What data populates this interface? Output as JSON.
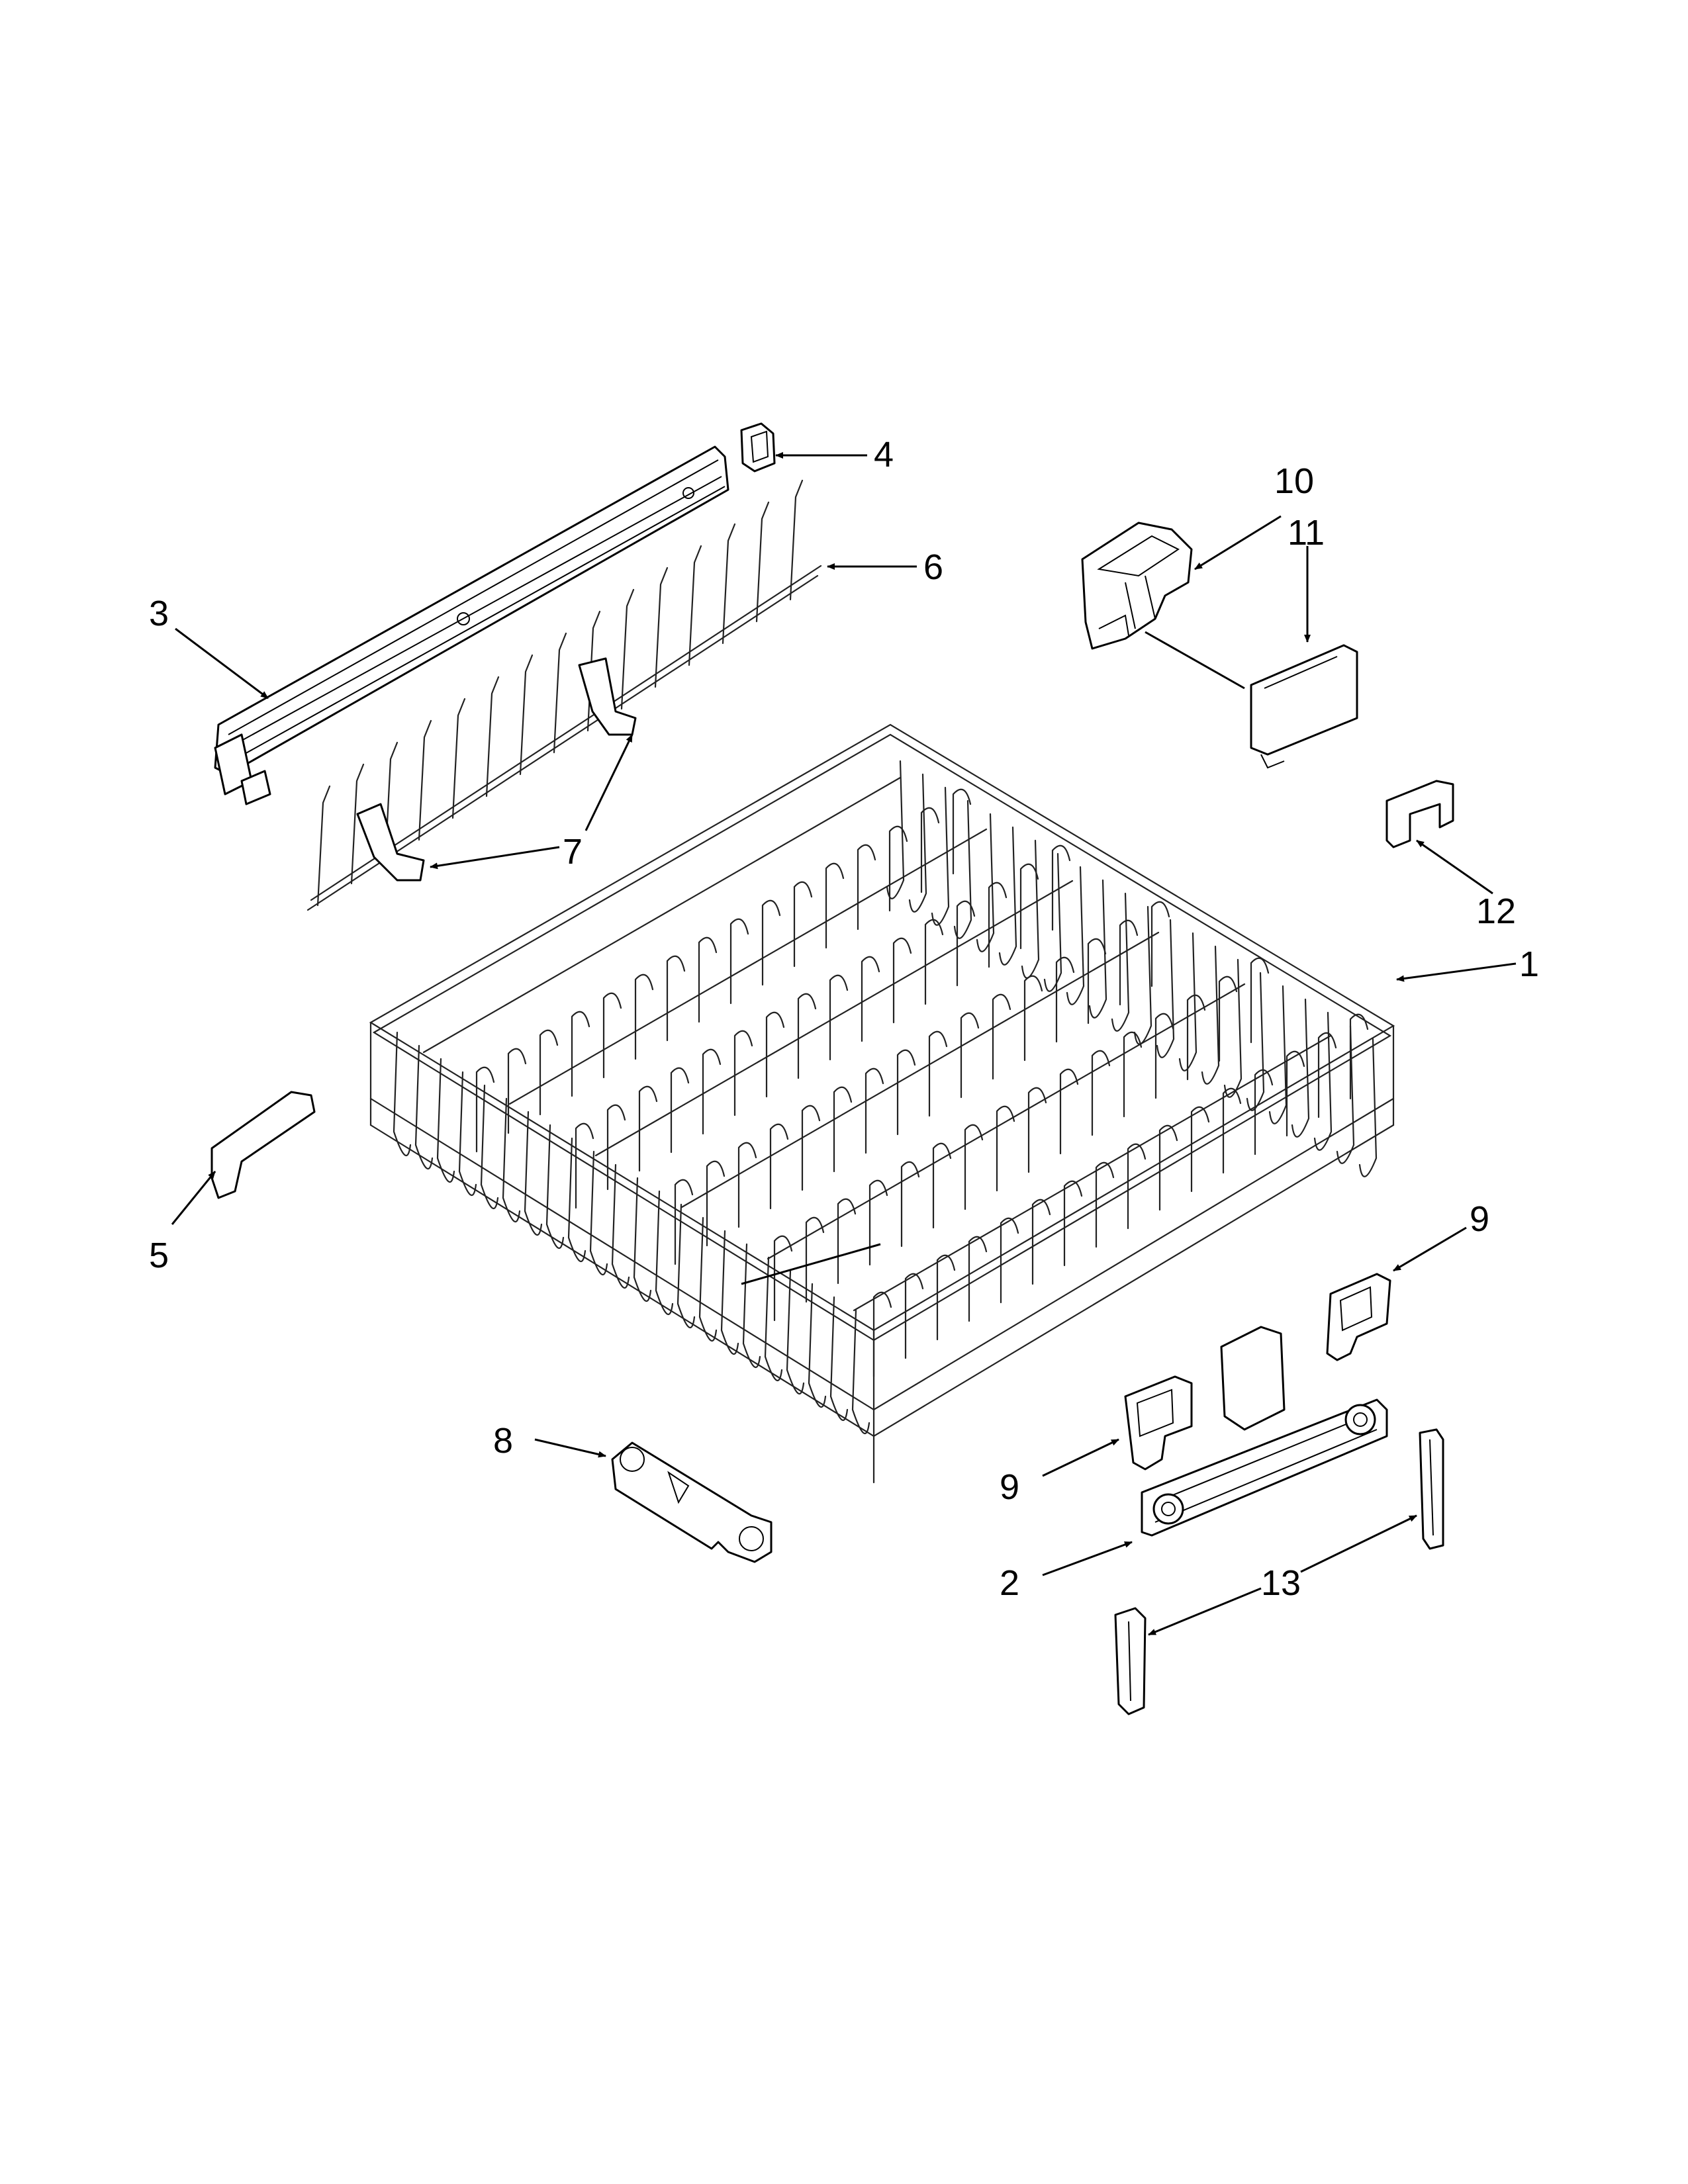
{
  "callouts": {
    "c1": "1",
    "c2": "2",
    "c3": "3",
    "c4": "4",
    "c5": "5",
    "c6": "6",
    "c7": "7",
    "c8": "8",
    "c9a": "9",
    "c9b": "9",
    "c10": "10",
    "c11": "11",
    "c12": "12",
    "c13": "13"
  }
}
